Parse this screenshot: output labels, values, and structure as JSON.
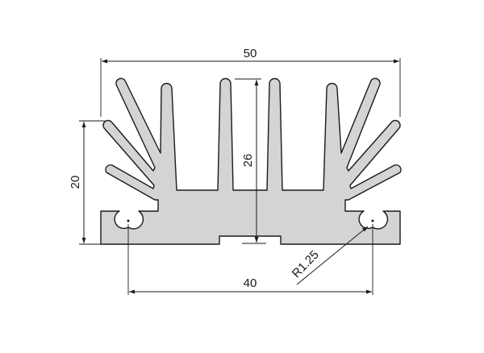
{
  "drawing": {
    "dimensions": {
      "overall_width": "50",
      "hole_spacing": "40",
      "base_height": "20",
      "fin_height": "26",
      "hole_radius": "R1.25"
    },
    "colors": {
      "profile_fill": "#d4d4d6",
      "line": "#1a1a1a"
    }
  }
}
